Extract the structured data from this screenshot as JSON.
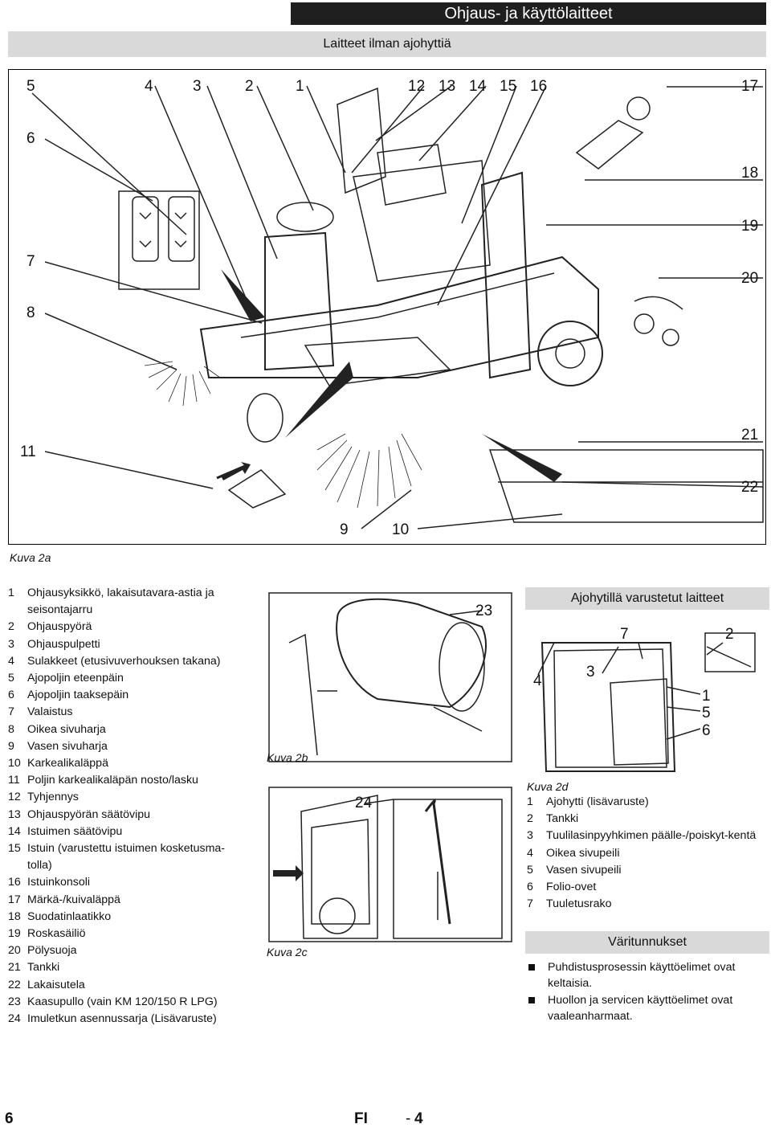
{
  "header": {
    "title": "Ohjaus- ja käyttölaitteet",
    "subtitle": "Laitteet ilman ajohyttiä"
  },
  "figure_2a": {
    "caption": "Kuva 2a",
    "callouts_top": [
      "5",
      "4",
      "3",
      "2",
      "1",
      "12",
      "13",
      "14",
      "15",
      "16",
      "17"
    ],
    "callouts_left": [
      "6",
      "7",
      "8",
      "11"
    ],
    "callouts_right": [
      "18",
      "19",
      "20",
      "21",
      "22"
    ],
    "callouts_bottom": [
      "9",
      "10"
    ]
  },
  "legend_items": [
    {
      "n": "1",
      "t": "Ohjausyksikkö, lakaisutavara-astia ja seisontajarru"
    },
    {
      "n": "2",
      "t": "Ohjauspyörä"
    },
    {
      "n": "3",
      "t": "Ohjauspulpetti"
    },
    {
      "n": "4",
      "t": "Sulakkeet (etusivuverhouksen takana)"
    },
    {
      "n": "5",
      "t": "Ajopoljin eteenpäin"
    },
    {
      "n": "6",
      "t": "Ajopoljin taaksepäin"
    },
    {
      "n": "7",
      "t": "Valaistus"
    },
    {
      "n": "8",
      "t": "Oikea sivuharja"
    },
    {
      "n": "9",
      "t": "Vasen sivuharja"
    },
    {
      "n": "10",
      "t": "Karkealikaläppä"
    },
    {
      "n": "11",
      "t": "Poljin karkealikaläpän nosto/lasku"
    },
    {
      "n": "12",
      "t": "Tyhjennys"
    },
    {
      "n": "13",
      "t": "Ohjauspyörän säätövipu"
    },
    {
      "n": "14",
      "t": "Istuimen säätövipu"
    },
    {
      "n": "15",
      "t": "Istuin (varustettu istuimen kosketusma-tolla)"
    },
    {
      "n": "16",
      "t": "Istuinkonsoli"
    },
    {
      "n": "17",
      "t": "Märkä-/kuivaläppä"
    },
    {
      "n": "18",
      "t": "Suodatinlaatikko"
    },
    {
      "n": "19",
      "t": "Roskasäiliö"
    },
    {
      "n": "20",
      "t": "Pölysuoja"
    },
    {
      "n": "21",
      "t": "Tankki"
    },
    {
      "n": "22",
      "t": "Lakaisutela"
    },
    {
      "n": "23",
      "t": "Kaasupullo (vain KM 120/150 R LPG)"
    },
    {
      "n": "24",
      "t": "Imuletkun asennussarja (Lisävaruste)"
    }
  ],
  "figure_2b": {
    "caption": "Kuva 2b",
    "callout": "23"
  },
  "figure_2c": {
    "caption": "Kuva 2c",
    "callout": "24"
  },
  "cab_box": {
    "title": "Ajohytillä varustetut laitteet",
    "figure_caption": "Kuva 2d",
    "callouts": [
      "7",
      "2",
      "3",
      "4",
      "1",
      "5",
      "6"
    ],
    "items": [
      {
        "n": "1",
        "t": "Ajohytti (lisävaruste)"
      },
      {
        "n": "2",
        "t": "Tankki"
      },
      {
        "n": "3",
        "t": "Tuulilasinpyyhkimen päälle-/poiskyt-kentä"
      },
      {
        "n": "4",
        "t": "Oikea sivupeili"
      },
      {
        "n": "5",
        "t": "Vasen sivupeili"
      },
      {
        "n": "6",
        "t": "Folio-ovet"
      },
      {
        "n": "7",
        "t": "Tuuletusrako"
      }
    ]
  },
  "colors_box": {
    "title": "Väritunnukset",
    "bullets": [
      "Puhdistusprosessin käyttöelimet ovat keltaisia.",
      "Huollon ja servicen käyttöelimet ovat vaaleanharmaat."
    ]
  },
  "footer": {
    "page": "6",
    "lang": "FI",
    "sep": "-",
    "page_num": "4"
  }
}
